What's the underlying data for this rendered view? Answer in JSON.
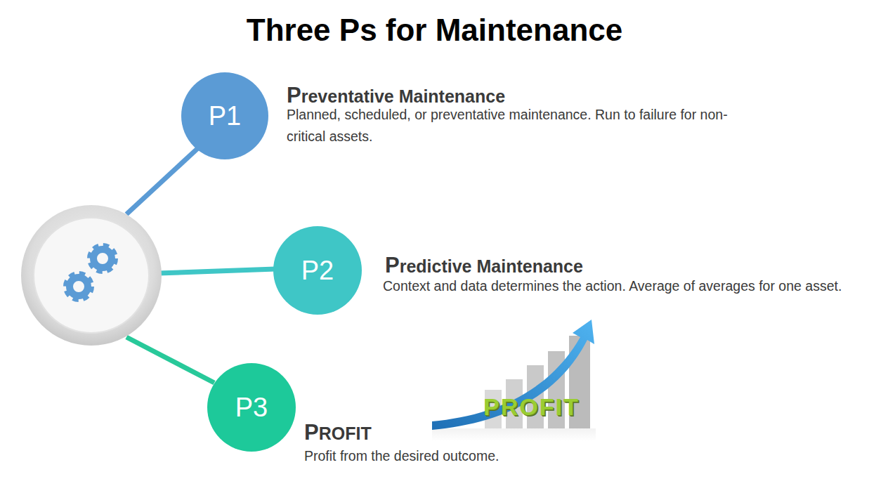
{
  "diagram": {
    "title": "Three Ps for Maintenance",
    "nodes": [
      {
        "text": [
          "P1",
          "Preventative Maintenance",
          "Planned, scheduled, or preventative maintenance. Run to failure for non-critical assets."
        ]
      },
      {
        "text": [
          "P2",
          "Predictive Maintenance",
          "Context and data determines the action. Average of averages for one asset."
        ]
      },
      {
        "text": [
          "P3",
          "PROFIT",
          "Profit from the desired outcome."
        ]
      }
    ],
    "labels": [
      "PROFIT"
    ]
  }
}
